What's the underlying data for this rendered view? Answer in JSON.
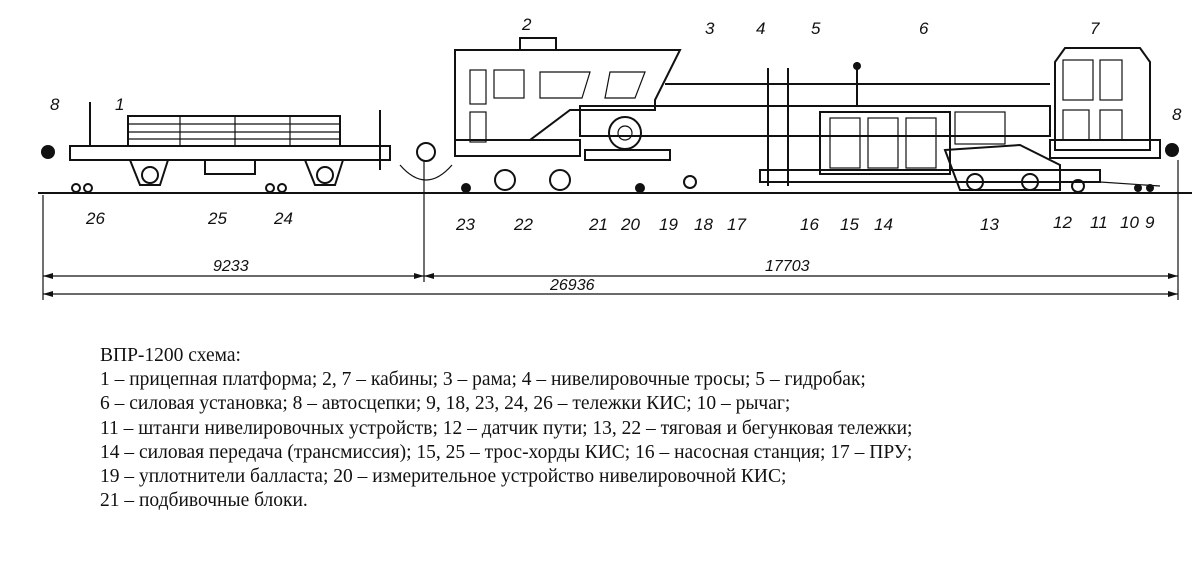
{
  "diagram": {
    "callouts": [
      "1",
      "2",
      "3",
      "4",
      "5",
      "6",
      "7",
      "8",
      "8",
      "9",
      "10",
      "11",
      "12",
      "13",
      "14",
      "15",
      "16",
      "17",
      "18",
      "19",
      "20",
      "21",
      "22",
      "23",
      "24",
      "25",
      "26"
    ],
    "dimensions": {
      "trailer_length": "9233",
      "machine_length": "17703",
      "total_length": "26936"
    }
  },
  "caption": {
    "title": "ВПР-1200 схема:",
    "lines": [
      "1 – прицепная платформа; 2, 7 – кабины; 3 – рама; 4 – нивелировочные тросы; 5 – гидробак;",
      "6 – силовая установка; 8 – автосцепки; 9, 18, 23, 24, 26 – тележки КИС; 10 – рычаг;",
      "11 – штанги нивелировочных устройств; 12 – датчик пути; 13, 22 – тяговая и бегунковая тележки;",
      "14 – силовая передача (трансмиссия); 15, 25 – трос-хорды КИС; 16 – насосная станция; 17 – ПРУ;",
      "19 – уплотнители балласта; 20 – измерительное устройство нивелировочной КИС;",
      "21 – подбивочные блоки."
    ]
  }
}
